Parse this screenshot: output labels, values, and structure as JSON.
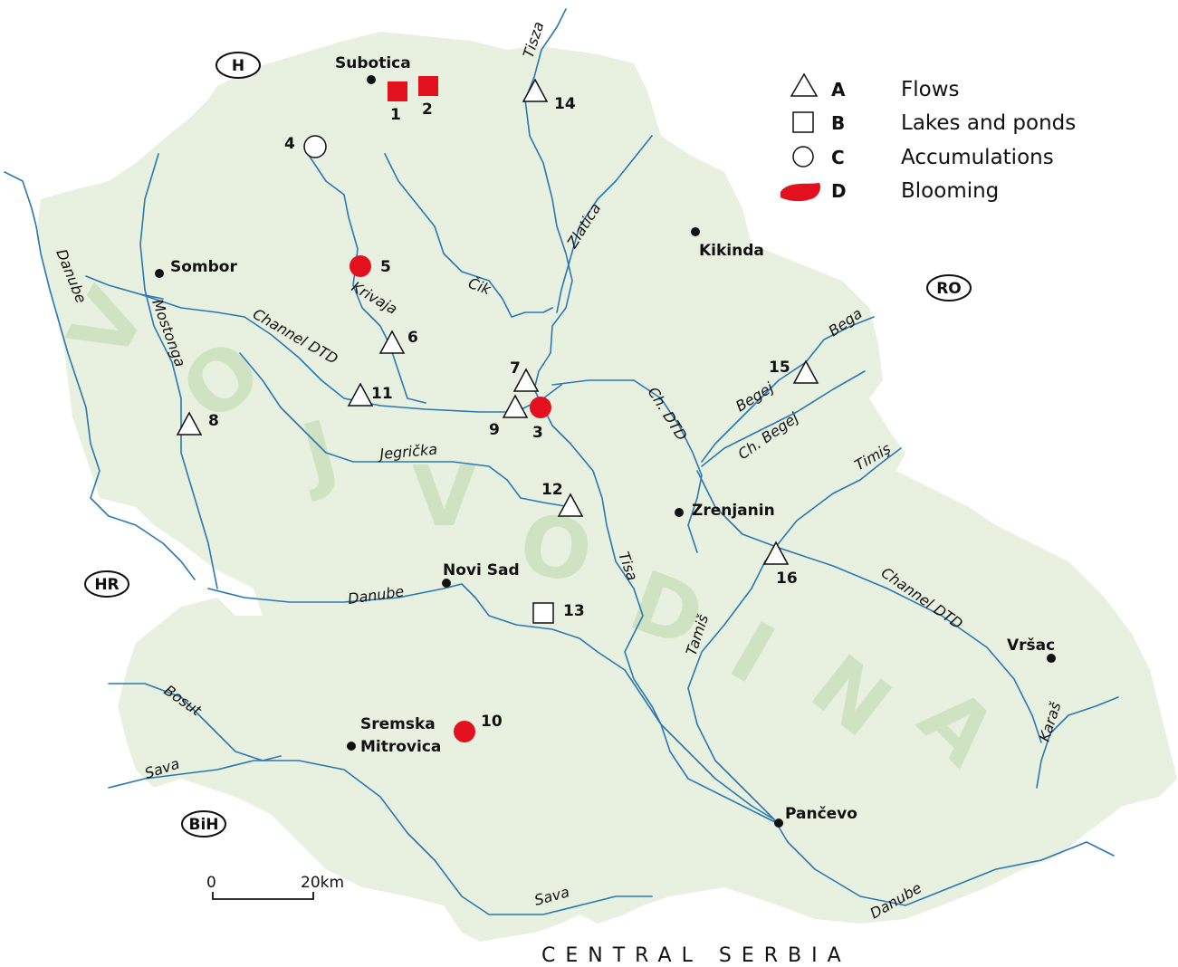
{
  "map": {
    "watermark": "VOJVODINA",
    "bottom_label": "CENTRAL SERBIA",
    "colors": {
      "land": "#e8f1e0",
      "river": "#2a78b3",
      "blooming": "#e3101e",
      "watermark": "#cfe3c3"
    }
  },
  "countries": {
    "hu": "H",
    "ro": "RO",
    "hr": "HR",
    "bih": "BiH"
  },
  "cities": {
    "subotica": "Subotica",
    "sombor": "Sombor",
    "kikinda": "Kikinda",
    "zrenjanin": "Zrenjanin",
    "novi_sad": "Novi Sad",
    "sremska": "Sremska",
    "mitrovica": "Mitrovica",
    "vrsac": "Vršac",
    "pancevo": "Pančevo"
  },
  "rivers": {
    "tisza": "Tisza",
    "zlatica": "Zlatica",
    "cik": "Čik",
    "danube_w": "Danube",
    "mostonga": "Mostonga",
    "krivaja": "Krivaja",
    "channel_dtd_w": "Channel DTD",
    "ch_dtd": "Ch. DTD",
    "bega": "Bega",
    "begej": "Begej",
    "ch_begej": "Ch. Begej",
    "jegricka": "Jegrička",
    "timis": "Timiş",
    "tisa": "Tisa",
    "danube_nsad": "Danube",
    "tamis": "Tamiš",
    "channel_dtd_e": "Channel DTD",
    "bosut": "Bosut",
    "sava_w": "Sava",
    "karas": "Karaš",
    "sava_s": "Sava",
    "danube_se": "Danube"
  },
  "sites": [
    {
      "id": "1",
      "type": "B",
      "blooming": true
    },
    {
      "id": "2",
      "type": "B",
      "blooming": true
    },
    {
      "id": "3",
      "type": "D",
      "blooming": true
    },
    {
      "id": "4",
      "type": "C",
      "blooming": false
    },
    {
      "id": "5",
      "type": "D",
      "blooming": true
    },
    {
      "id": "6",
      "type": "A",
      "blooming": false
    },
    {
      "id": "7",
      "type": "A",
      "blooming": false
    },
    {
      "id": "8",
      "type": "A",
      "blooming": false
    },
    {
      "id": "9",
      "type": "A",
      "blooming": false
    },
    {
      "id": "10",
      "type": "D",
      "blooming": true
    },
    {
      "id": "11",
      "type": "A",
      "blooming": false
    },
    {
      "id": "12",
      "type": "A",
      "blooming": false
    },
    {
      "id": "13",
      "type": "B",
      "blooming": false
    },
    {
      "id": "14",
      "type": "A",
      "blooming": false
    },
    {
      "id": "15",
      "type": "A",
      "blooming": false
    },
    {
      "id": "16",
      "type": "A",
      "blooming": false
    }
  ],
  "legend": [
    {
      "letter": "A",
      "label": "Flows",
      "icon": "triangle-icon"
    },
    {
      "letter": "B",
      "label": "Lakes and ponds",
      "icon": "square-icon"
    },
    {
      "letter": "C",
      "label": "Accumulations",
      "icon": "circle-icon"
    },
    {
      "letter": "D",
      "label": "Blooming",
      "icon": "red-brush-icon"
    }
  ],
  "scale": {
    "start": "0",
    "end": "20km"
  }
}
